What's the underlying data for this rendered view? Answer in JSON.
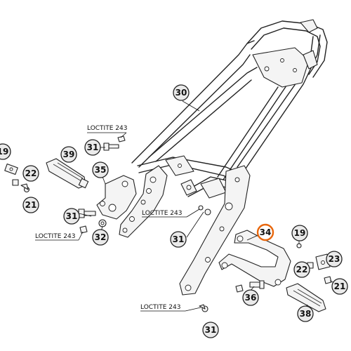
{
  "callouts": [
    {
      "id": "c30",
      "label": "30",
      "highlight": false
    },
    {
      "id": "c31a",
      "label": "31",
      "highlight": false
    },
    {
      "id": "c39",
      "label": "39",
      "highlight": false
    },
    {
      "id": "c19a",
      "label": "19",
      "highlight": false
    },
    {
      "id": "c22a",
      "label": "22",
      "highlight": false
    },
    {
      "id": "c21a",
      "label": "21",
      "highlight": false
    },
    {
      "id": "c35",
      "label": "35",
      "highlight": false
    },
    {
      "id": "c31b",
      "label": "31",
      "highlight": false
    },
    {
      "id": "c32",
      "label": "32",
      "highlight": false
    },
    {
      "id": "c31c",
      "label": "31",
      "highlight": false
    },
    {
      "id": "c34",
      "label": "34",
      "highlight": true
    },
    {
      "id": "c19b",
      "label": "19",
      "highlight": false
    },
    {
      "id": "c23",
      "label": "23",
      "highlight": false
    },
    {
      "id": "c22b",
      "label": "22",
      "highlight": false
    },
    {
      "id": "c21b",
      "label": "21",
      "highlight": false
    },
    {
      "id": "c36",
      "label": "36",
      "highlight": false
    },
    {
      "id": "c31d",
      "label": "31",
      "highlight": false
    },
    {
      "id": "c38",
      "label": "38",
      "highlight": false
    }
  ],
  "notes": [
    {
      "id": "n1",
      "text": "LOCTITE 243"
    },
    {
      "id": "n2",
      "text": "LOCTITE 243"
    },
    {
      "id": "n3",
      "text": "LOCTITE 243"
    },
    {
      "id": "n4",
      "text": "LOCTITE 243"
    }
  ],
  "colors": {
    "highlight": "#e8660c",
    "callout_fill": "#eaeaea",
    "line": "#222222"
  }
}
